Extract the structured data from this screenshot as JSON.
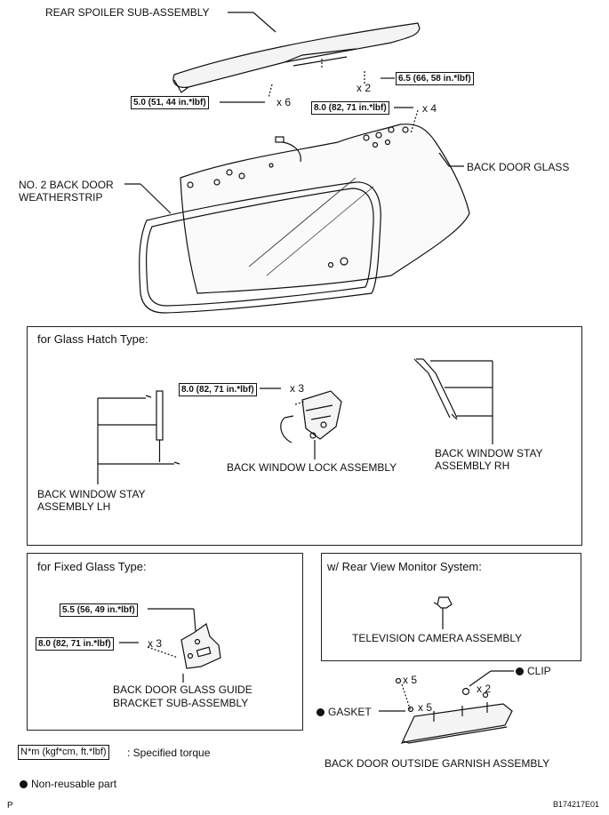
{
  "labels": {
    "rear_spoiler": "REAR SPOILER SUB-ASSEMBLY",
    "no2_weatherstrip_l1": "NO. 2 BACK DOOR",
    "no2_weatherstrip_l2": "WEATHERSTRIP",
    "back_door_glass": "BACK DOOR GLASS",
    "back_window_lock": "BACK WINDOW LOCK ASSEMBLY",
    "stay_lh_l1": "BACK WINDOW STAY",
    "stay_lh_l2": "ASSEMBLY LH",
    "stay_rh_l1": "BACK WINDOW STAY",
    "stay_rh_l2": "ASSEMBLY RH",
    "guide_bracket_l1": "BACK DOOR GLASS GUIDE",
    "guide_bracket_l2": "BRACKET SUB-ASSEMBLY",
    "tv_camera": "TELEVISION CAMERA ASSEMBLY",
    "clip": "CLIP",
    "gasket": "GASKET",
    "garnish": "BACK DOOR OUTSIDE GARNISH ASSEMBLY"
  },
  "torques": {
    "t65": "6.5 (66, 58 in.*lbf)",
    "t50": "5.0 (51, 44 in.*lbf)",
    "t80_top": "8.0 (82, 71 in.*lbf)",
    "t80_hatch": "8.0 (82, 71 in.*lbf)",
    "t55": "5.5 (56, 49 in.*lbf)",
    "t80_fixed": "8.0 (82, 71 in.*lbf)"
  },
  "counts": {
    "x2_spoiler": "x 2",
    "x6": "x 6",
    "x4": "x 4",
    "x3_hatch": "x 3",
    "x3_fixed": "x 3",
    "x5_a": "x 5",
    "x5_b": "x 5",
    "x2_clip": "x 2"
  },
  "sections": {
    "glass_hatch": "for Glass Hatch Type:",
    "fixed_glass": "for Fixed Glass Type:",
    "rear_view": "w/ Rear View Monitor System:"
  },
  "legend": {
    "unit_box": "N*m (kgf*cm, ft.*lbf)",
    "unit_text": ": Specified torque",
    "non_reusable": "Non-reusable part"
  },
  "footer": {
    "left": "P",
    "code": "B174217E01"
  }
}
